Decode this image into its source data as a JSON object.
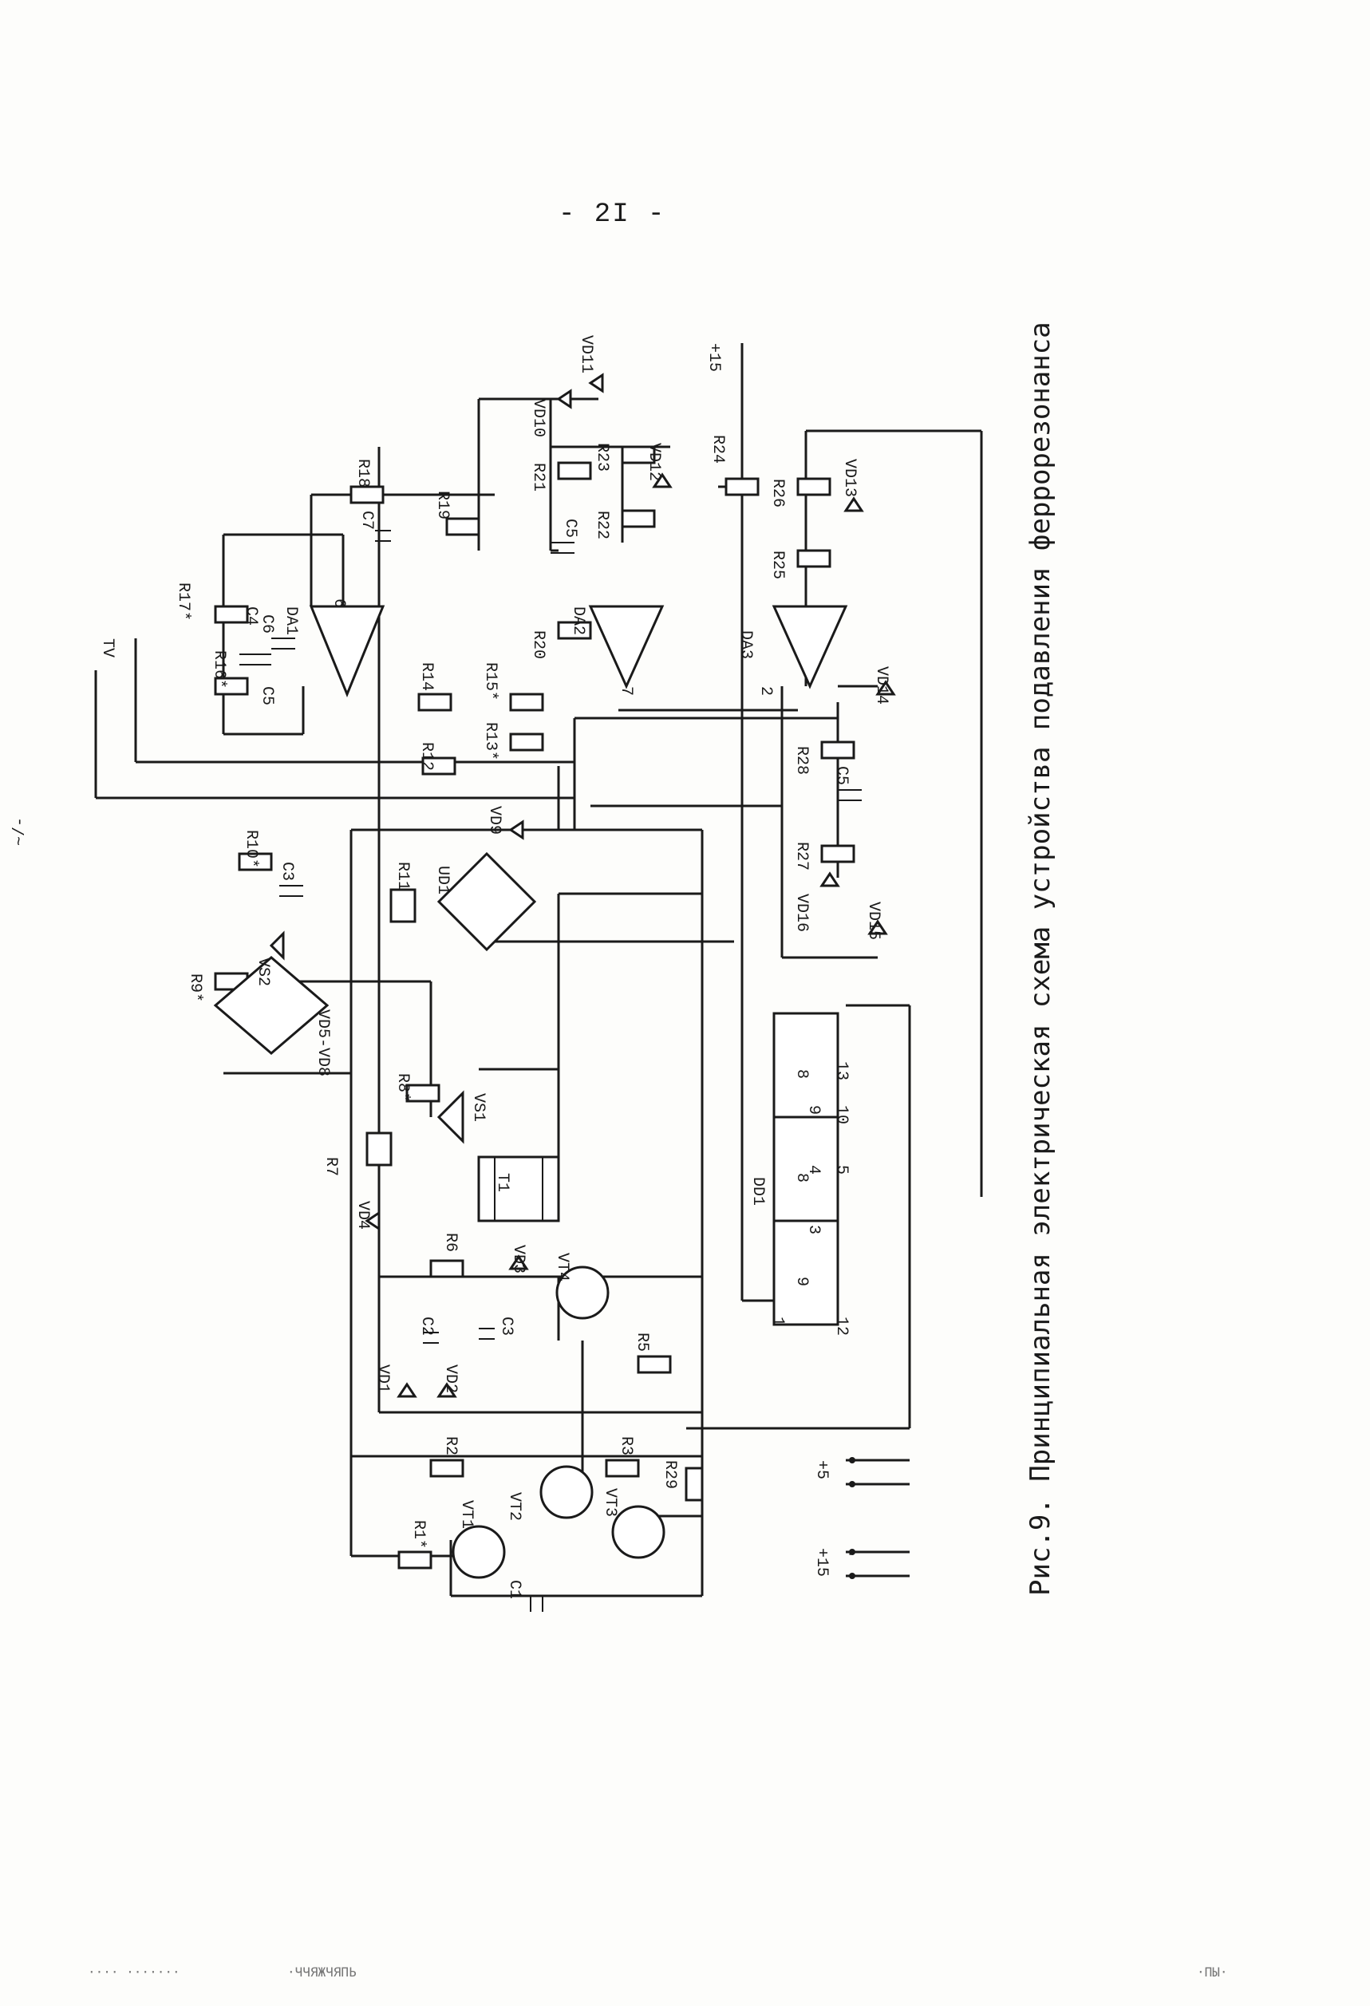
{
  "page": {
    "number": "- 2I -",
    "margin_mark": "~/-"
  },
  "figure": {
    "caption": "Рис.9. Принципиальная электрическая схема устройства подавления феррорезонанса",
    "components": {
      "resistors": [
        "R1*",
        "R2",
        "R3",
        "R5",
        "R6",
        "R7",
        "R8*",
        "R9*",
        "R10*",
        "R11",
        "R12",
        "R13*",
        "R14",
        "R15*",
        "R16*",
        "R17*",
        "R18",
        "R19",
        "R20",
        "R21",
        "R22",
        "R23",
        "R24",
        "R25",
        "R26",
        "R27",
        "R28",
        "R29"
      ],
      "capacitors": [
        "C1",
        "C2",
        "C3",
        "C3",
        "C4",
        "C5",
        "C5",
        "C5",
        "C6",
        "C7"
      ],
      "diodes": [
        "VD1",
        "VD2",
        "VD3",
        "VD4",
        "VD9",
        "VD10",
        "VD11",
        "VD12",
        "VD13",
        "VD14",
        "VD15",
        "VD16"
      ],
      "bridges": [
        "VD5-VD8",
        "UD1"
      ],
      "transistors": [
        "VT1",
        "VT2",
        "VT3",
        "VT4"
      ],
      "thyristors": [
        "VS1",
        "VS2"
      ],
      "transformer": "T1",
      "opamps": [
        "DA1",
        "DA2",
        "DA3"
      ],
      "logic": "DD1",
      "logic_block_labels": [
        "9",
        "8",
        "8"
      ],
      "pins": [
        "1",
        "2",
        "3",
        "4",
        "5",
        "6",
        "7",
        "9",
        "10",
        "12",
        "13"
      ],
      "outputs": {
        "tv": "TV",
        "plus15": "+15",
        "plus15_a": "+15",
        "plus5": "+5",
        "minus": "-"
      }
    }
  },
  "footer": {
    "noise_left": "···· ·······",
    "noise_center": "·ЧЧЯЖЧЯПЬ",
    "noise_right": "·ПЫ·"
  }
}
